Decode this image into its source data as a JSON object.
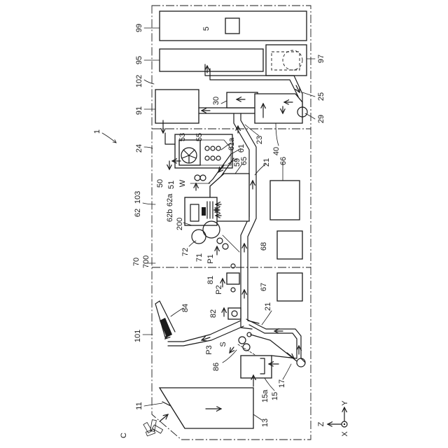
{
  "figure": {
    "labels": {
      "l99": "99",
      "l5": "5",
      "l95": "95",
      "l97": "97",
      "l102": "102",
      "l25": "25",
      "l91": "91",
      "l30": "30",
      "l29": "29",
      "l1": "1",
      "l40": "40",
      "l23": "23",
      "l24": "24",
      "l53": "53",
      "l55": "55",
      "l61a": "61a",
      "l61": "61",
      "l59": "59",
      "l65": "65",
      "l21a": "21",
      "l66": "66",
      "l50": "50",
      "l51": "51",
      "lW": "W",
      "l62": "62",
      "l103": "103",
      "l62a": "62a",
      "l62b": "62b",
      "lM": "M",
      "l200": "200",
      "l72": "72",
      "l71": "71",
      "lP1": "P1",
      "l68": "68",
      "l70": "70",
      "l700": "700",
      "l81": "81",
      "lP2": "P2",
      "l67": "67",
      "l82": "82",
      "l21b": "21",
      "l84": "84",
      "l101": "101",
      "lP3": "P3",
      "lS": "S",
      "l86": "86",
      "l17": "17",
      "l15a": "15a",
      "l15": "15",
      "l11": "11",
      "lC": "C",
      "l13": "13",
      "lY": "Y",
      "lZ": "Z",
      "lX": "X"
    }
  }
}
